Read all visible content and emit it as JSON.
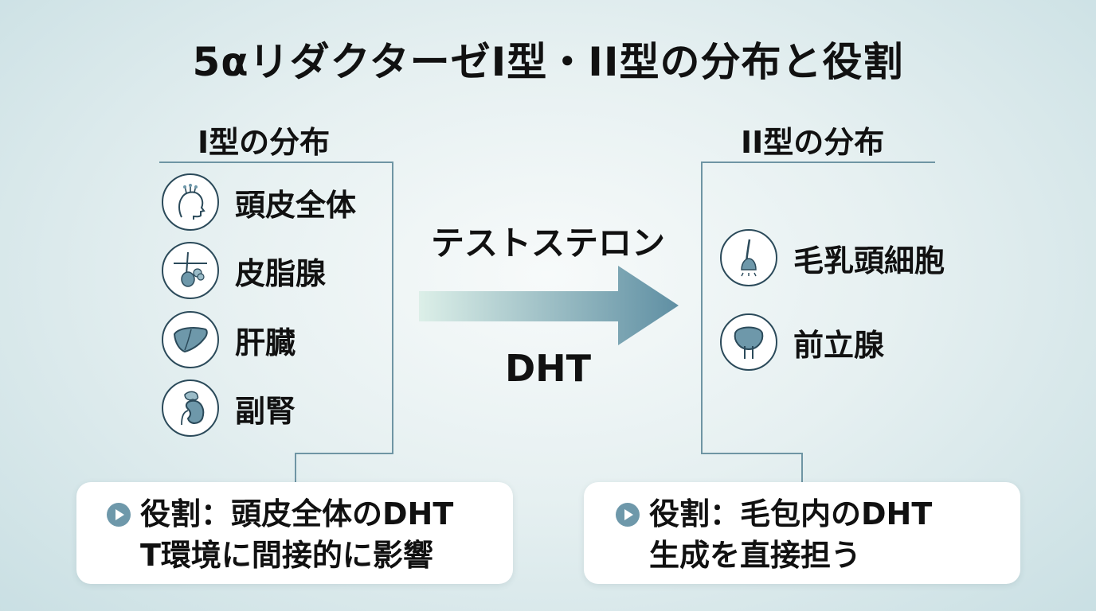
{
  "title": "5αリダクターゼI型・II型の分布と役割",
  "type1": {
    "heading": "I型の分布",
    "items": [
      {
        "label": "頭皮全体",
        "icon": "scalp-head-icon"
      },
      {
        "label": "皮脂腺",
        "icon": "sebaceous-gland-icon"
      },
      {
        "label": "肝臓",
        "icon": "liver-icon"
      },
      {
        "label": "副腎",
        "icon": "adrenal-kidney-icon"
      }
    ],
    "role_line1": "役割：頭皮全体のDHT",
    "role_line2": "T環境に間接的に影響"
  },
  "type2": {
    "heading": "II型の分布",
    "items": [
      {
        "label": "毛乳頭細胞",
        "icon": "hair-follicle-icon"
      },
      {
        "label": "前立腺",
        "icon": "prostate-icon"
      }
    ],
    "role_line1": "役割：毛包内のDHT",
    "role_line2": "生成を直接担う"
  },
  "conversion": {
    "from": "テストステロン",
    "to": "DHT"
  },
  "colors": {
    "accent": "#6f95a4",
    "arrow_start": "#dcefe8",
    "arrow_end": "#5f8fa3",
    "icon_fill": "#6e98aa"
  }
}
